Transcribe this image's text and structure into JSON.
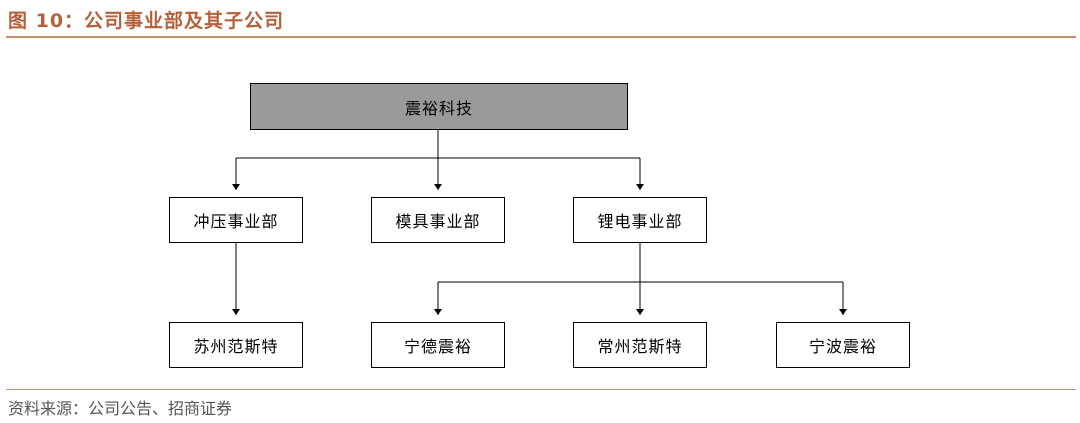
{
  "title": "图 10：公司事业部及其子公司",
  "source": "资料来源：公司公告、招商证券",
  "org": {
    "root": "震裕科技",
    "divisions": [
      "冲压事业部",
      "模具事业部",
      "锂电事业部"
    ],
    "subsidiaries": {
      "stamping": [
        "苏州范斯特"
      ],
      "lithium": [
        "宁德震裕",
        "常州范斯特",
        "宁波震裕"
      ]
    }
  }
}
